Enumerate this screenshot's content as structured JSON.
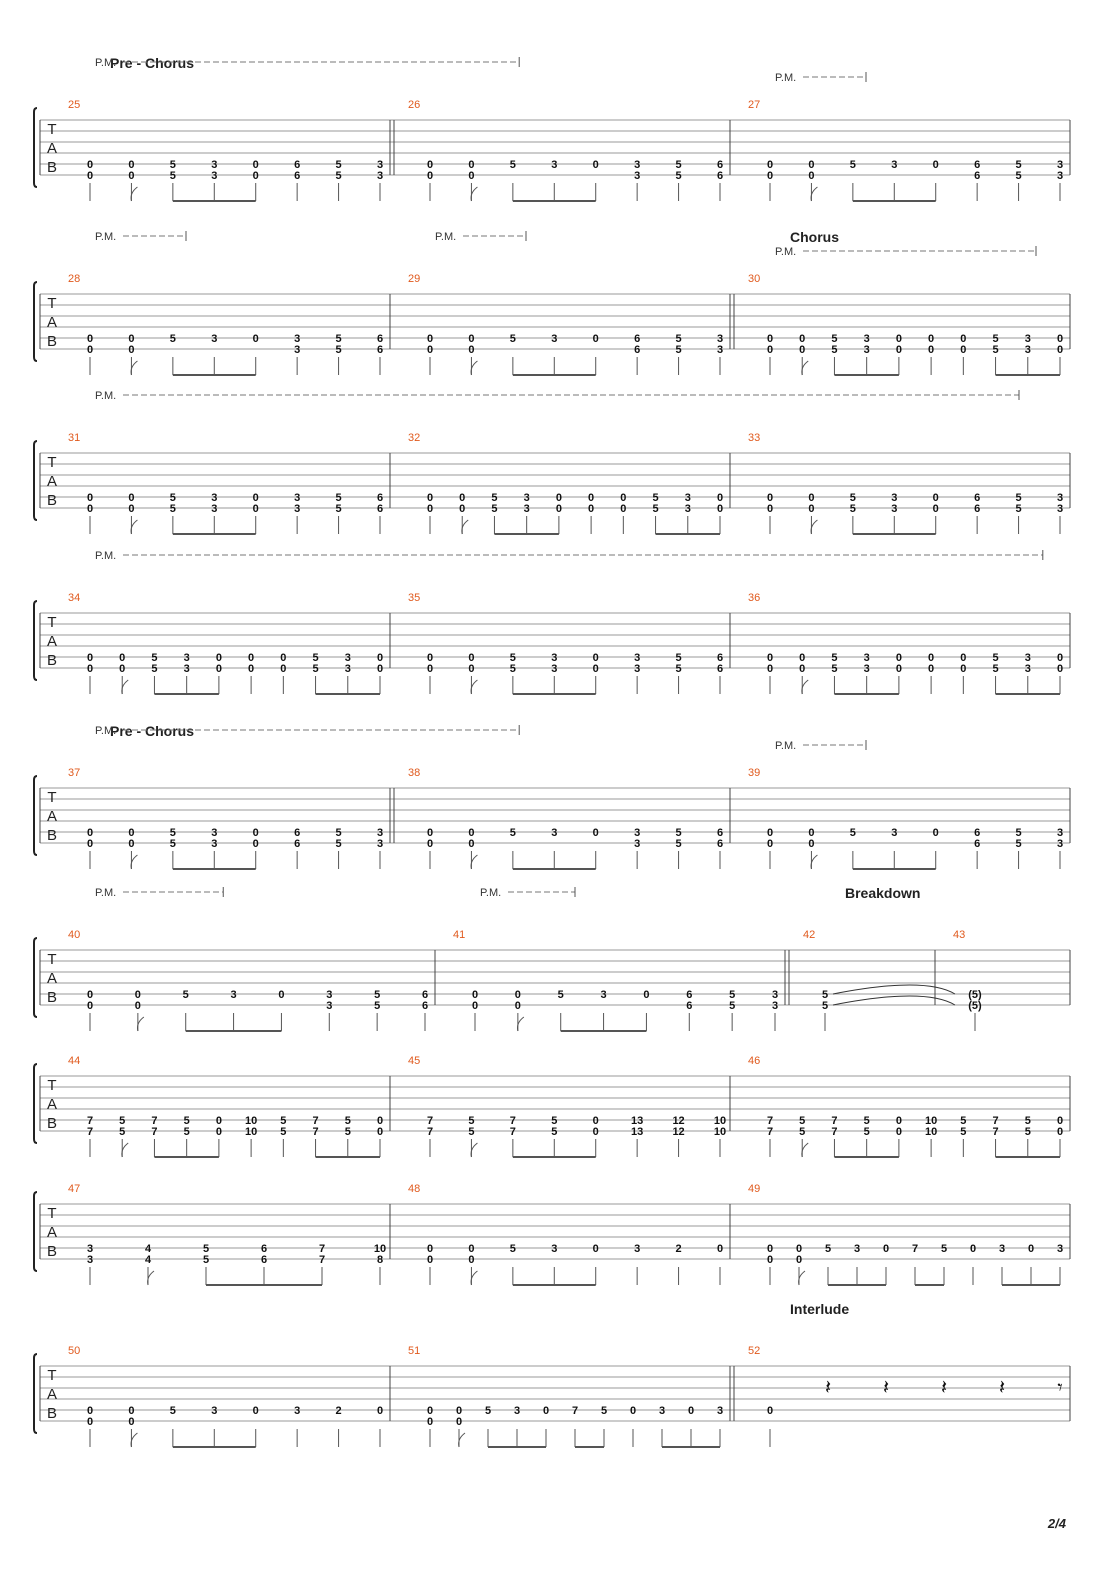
{
  "page": {
    "number": "2/4"
  },
  "tab_label": [
    "T",
    "A",
    "B"
  ],
  "style": {
    "measure_number_color": "#e05a1e",
    "line_color": "#9a9a9a",
    "note_color": "#111111"
  },
  "systems": [
    {
      "sections": [
        {
          "text": "Pre - Chorus",
          "measure": 25
        }
      ],
      "pm": [
        {
          "text": "P.M.",
          "from_measure": 25,
          "to_measure": 26,
          "end_frac": 0.38,
          "level": 0
        },
        {
          "text": "P.M.",
          "from_measure": 27,
          "to_measure": 27,
          "end_frac": 0.4,
          "level": 1
        }
      ],
      "measures": [
        {
          "number": "25",
          "double_bar_end": true,
          "notes": [
            [
              "0",
              "0"
            ],
            [
              "0",
              "0"
            ],
            [
              "5",
              "5"
            ],
            [
              "3",
              "3"
            ],
            [
              "0",
              "0"
            ],
            [
              "6",
              "6"
            ],
            [
              "5",
              "5"
            ],
            [
              "3",
              "3"
            ]
          ]
        },
        {
          "number": "26",
          "notes": [
            [
              "0",
              "0"
            ],
            [
              "0",
              "0"
            ],
            [
              "5",
              ""
            ],
            [
              "3",
              ""
            ],
            [
              "0",
              ""
            ],
            [
              "3",
              "3"
            ],
            [
              "5",
              "5"
            ],
            [
              "6",
              "6"
            ]
          ]
        },
        {
          "number": "27",
          "notes": [
            [
              "0",
              "0"
            ],
            [
              "0",
              "0"
            ],
            [
              "5",
              ""
            ],
            [
              "3",
              ""
            ],
            [
              "0",
              ""
            ],
            [
              "6",
              "6"
            ],
            [
              "5",
              "5"
            ],
            [
              "3",
              "3"
            ]
          ]
        }
      ]
    },
    {
      "sections": [
        {
          "text": "Chorus",
          "measure": 30
        }
      ],
      "pm": [
        {
          "text": "P.M.",
          "from_measure": 28,
          "to_measure": 28,
          "end_frac": 0.4,
          "level": 0
        },
        {
          "text": "P.M.",
          "from_measure": 29,
          "to_measure": 29,
          "end_frac": 0.4,
          "level": 0
        },
        {
          "text": "P.M.",
          "from_measure": 30,
          "to_measure": 30,
          "end_frac": 0.9,
          "level": 1
        }
      ],
      "measures": [
        {
          "number": "28",
          "notes": [
            [
              "0",
              "0"
            ],
            [
              "0",
              "0"
            ],
            [
              "5",
              ""
            ],
            [
              "3",
              ""
            ],
            [
              "0",
              ""
            ],
            [
              "3",
              "3"
            ],
            [
              "5",
              "5"
            ],
            [
              "6",
              "6"
            ]
          ]
        },
        {
          "number": "29",
          "double_bar_end": true,
          "notes": [
            [
              "0",
              "0"
            ],
            [
              "0",
              "0"
            ],
            [
              "5",
              ""
            ],
            [
              "3",
              ""
            ],
            [
              "0",
              ""
            ],
            [
              "6",
              "6"
            ],
            [
              "5",
              "5"
            ],
            [
              "3",
              "3"
            ]
          ]
        },
        {
          "number": "30",
          "notes": [
            [
              "0",
              "0"
            ],
            [
              "0",
              "0"
            ],
            [
              "5",
              "5"
            ],
            [
              "3",
              "3"
            ],
            [
              "0",
              "0"
            ],
            [
              "0",
              "0"
            ],
            [
              "0",
              "0"
            ],
            [
              "5",
              "5"
            ],
            [
              "3",
              "3"
            ],
            [
              "0",
              "0"
            ]
          ]
        }
      ]
    },
    {
      "sections": [],
      "pm": [
        {
          "text": "P.M.",
          "from_measure": 31,
          "to_measure": 33,
          "end_frac": 0.85,
          "level": 0
        }
      ],
      "measures": [
        {
          "number": "31",
          "notes": [
            [
              "0",
              "0"
            ],
            [
              "0",
              "0"
            ],
            [
              "5",
              "5"
            ],
            [
              "3",
              "3"
            ],
            [
              "0",
              "0"
            ],
            [
              "3",
              "3"
            ],
            [
              "5",
              "5"
            ],
            [
              "6",
              "6"
            ]
          ]
        },
        {
          "number": "32",
          "notes": [
            [
              "0",
              "0"
            ],
            [
              "0",
              "0"
            ],
            [
              "5",
              "5"
            ],
            [
              "3",
              "3"
            ],
            [
              "0",
              "0"
            ],
            [
              "0",
              "0"
            ],
            [
              "0",
              "0"
            ],
            [
              "5",
              "5"
            ],
            [
              "3",
              "3"
            ],
            [
              "0",
              "0"
            ]
          ]
        },
        {
          "number": "33",
          "notes": [
            [
              "0",
              "0"
            ],
            [
              "0",
              "0"
            ],
            [
              "5",
              "5"
            ],
            [
              "3",
              "3"
            ],
            [
              "0",
              "0"
            ],
            [
              "6",
              "6"
            ],
            [
              "5",
              "5"
            ],
            [
              "3",
              "3"
            ]
          ]
        }
      ]
    },
    {
      "sections": [],
      "pm": [
        {
          "text": "P.M.",
          "from_measure": 34,
          "to_measure": 36,
          "end_frac": 0.92,
          "level": 0
        }
      ],
      "measures": [
        {
          "number": "34",
          "notes": [
            [
              "0",
              "0"
            ],
            [
              "0",
              "0"
            ],
            [
              "5",
              "5"
            ],
            [
              "3",
              "3"
            ],
            [
              "0",
              "0"
            ],
            [
              "0",
              "0"
            ],
            [
              "0",
              "0"
            ],
            [
              "5",
              "5"
            ],
            [
              "3",
              "3"
            ],
            [
              "0",
              "0"
            ]
          ]
        },
        {
          "number": "35",
          "notes": [
            [
              "0",
              "0"
            ],
            [
              "0",
              "0"
            ],
            [
              "5",
              "5"
            ],
            [
              "3",
              "3"
            ],
            [
              "0",
              "0"
            ],
            [
              "3",
              "3"
            ],
            [
              "5",
              "5"
            ],
            [
              "6",
              "6"
            ]
          ]
        },
        {
          "number": "36",
          "notes": [
            [
              "0",
              "0"
            ],
            [
              "0",
              "0"
            ],
            [
              "5",
              "5"
            ],
            [
              "3",
              "3"
            ],
            [
              "0",
              "0"
            ],
            [
              "0",
              "0"
            ],
            [
              "0",
              "0"
            ],
            [
              "5",
              "5"
            ],
            [
              "3",
              "3"
            ],
            [
              "0",
              "0"
            ]
          ]
        }
      ]
    },
    {
      "sections": [
        {
          "text": "Pre - Chorus",
          "measure": 37
        }
      ],
      "pm": [
        {
          "text": "P.M.",
          "from_measure": 37,
          "to_measure": 38,
          "end_frac": 0.38,
          "level": 0
        },
        {
          "text": "P.M.",
          "from_measure": 39,
          "to_measure": 39,
          "end_frac": 0.4,
          "level": 1
        }
      ],
      "measures": [
        {
          "number": "37",
          "double_bar_end": true,
          "notes": [
            [
              "0",
              "0"
            ],
            [
              "0",
              "0"
            ],
            [
              "5",
              "5"
            ],
            [
              "3",
              "3"
            ],
            [
              "0",
              "0"
            ],
            [
              "6",
              "6"
            ],
            [
              "5",
              "5"
            ],
            [
              "3",
              "3"
            ]
          ]
        },
        {
          "number": "38",
          "notes": [
            [
              "0",
              "0"
            ],
            [
              "0",
              "0"
            ],
            [
              "5",
              ""
            ],
            [
              "3",
              ""
            ],
            [
              "0",
              ""
            ],
            [
              "3",
              "3"
            ],
            [
              "5",
              "5"
            ],
            [
              "6",
              "6"
            ]
          ]
        },
        {
          "number": "39",
          "notes": [
            [
              "0",
              "0"
            ],
            [
              "0",
              "0"
            ],
            [
              "5",
              ""
            ],
            [
              "3",
              ""
            ],
            [
              "0",
              ""
            ],
            [
              "6",
              "6"
            ],
            [
              "5",
              "5"
            ],
            [
              "3",
              "3"
            ]
          ]
        }
      ]
    },
    {
      "sections": [
        {
          "text": "Breakdown",
          "measure": 42
        }
      ],
      "pm": [
        {
          "text": "P.M.",
          "from_measure": 40,
          "to_measure": 40,
          "end_frac": 0.45,
          "level": 0
        },
        {
          "text": "P.M.",
          "from_measure": 41,
          "to_measure": 41,
          "end_frac": 0.4,
          "level": 0
        }
      ],
      "measures": [
        {
          "number": "40",
          "notes": [
            [
              "0",
              "0"
            ],
            [
              "0",
              "0"
            ],
            [
              "5",
              ""
            ],
            [
              "3",
              ""
            ],
            [
              "0",
              ""
            ],
            [
              "3",
              "3"
            ],
            [
              "5",
              "5"
            ],
            [
              "6",
              "6"
            ]
          ]
        },
        {
          "number": "41",
          "double_bar_end": true,
          "notes": [
            [
              "0",
              "0"
            ],
            [
              "0",
              "0"
            ],
            [
              "5",
              ""
            ],
            [
              "3",
              ""
            ],
            [
              "0",
              ""
            ],
            [
              "6",
              "6"
            ],
            [
              "5",
              "5"
            ],
            [
              "3",
              "3"
            ]
          ]
        },
        {
          "number": "42",
          "tie": true,
          "notes": [
            [
              "5",
              "5"
            ]
          ]
        },
        {
          "number": "43",
          "notes": [
            [
              "(5)",
              "(5)"
            ]
          ]
        }
      ]
    },
    {
      "sections": [],
      "pm": [],
      "measures": [
        {
          "number": "44",
          "notes": [
            [
              "7",
              "7"
            ],
            [
              "5",
              "5"
            ],
            [
              "7",
              "7"
            ],
            [
              "5",
              "5"
            ],
            [
              "0",
              "0"
            ],
            [
              "10",
              "10"
            ],
            [
              "5",
              "5"
            ],
            [
              "7",
              "7"
            ],
            [
              "5",
              "5"
            ],
            [
              "0",
              "0"
            ]
          ]
        },
        {
          "number": "45",
          "notes": [
            [
              "7",
              "7"
            ],
            [
              "5",
              "5"
            ],
            [
              "7",
              "7"
            ],
            [
              "5",
              "5"
            ],
            [
              "0",
              "0"
            ],
            [
              "13",
              "13"
            ],
            [
              "12",
              "12"
            ],
            [
              "10",
              "10"
            ]
          ]
        },
        {
          "number": "46",
          "notes": [
            [
              "7",
              "7"
            ],
            [
              "5",
              "5"
            ],
            [
              "7",
              "7"
            ],
            [
              "5",
              "5"
            ],
            [
              "0",
              "0"
            ],
            [
              "10",
              "10"
            ],
            [
              "5",
              "5"
            ],
            [
              "7",
              "7"
            ],
            [
              "5",
              "5"
            ],
            [
              "0",
              "0"
            ]
          ]
        }
      ]
    },
    {
      "sections": [],
      "pm": [],
      "measures": [
        {
          "number": "47",
          "notes": [
            [
              "3",
              "3"
            ],
            [
              "4",
              "4"
            ],
            [
              "5",
              "5"
            ],
            [
              "6",
              "6"
            ],
            [
              "7",
              "7"
            ],
            [
              "10",
              "8"
            ]
          ]
        },
        {
          "number": "48",
          "notes": [
            [
              "0",
              "0"
            ],
            [
              "0",
              "0"
            ],
            [
              "5",
              ""
            ],
            [
              "3",
              ""
            ],
            [
              "0",
              ""
            ],
            [
              "3",
              ""
            ],
            [
              "2",
              ""
            ],
            [
              "0",
              ""
            ]
          ]
        },
        {
          "number": "49",
          "notes": [
            [
              "0",
              "0"
            ],
            [
              "0",
              "0"
            ],
            [
              "5",
              ""
            ],
            [
              "3",
              ""
            ],
            [
              "0",
              ""
            ],
            [
              "7",
              ""
            ],
            [
              "5",
              ""
            ],
            [
              "0",
              ""
            ],
            [
              "3",
              ""
            ],
            [
              "0",
              ""
            ],
            [
              "3",
              ""
            ]
          ]
        }
      ]
    },
    {
      "sections": [
        {
          "text": "Interlude",
          "measure": 52
        }
      ],
      "pm": [],
      "measures": [
        {
          "number": "50",
          "notes": [
            [
              "0",
              "0"
            ],
            [
              "0",
              "0"
            ],
            [
              "5",
              ""
            ],
            [
              "3",
              ""
            ],
            [
              "0",
              ""
            ],
            [
              "3",
              ""
            ],
            [
              "2",
              ""
            ],
            [
              "0",
              ""
            ]
          ]
        },
        {
          "number": "51",
          "double_bar_end": true,
          "notes": [
            [
              "0",
              "0"
            ],
            [
              "0",
              "0"
            ],
            [
              "5",
              ""
            ],
            [
              "3",
              ""
            ],
            [
              "0",
              ""
            ],
            [
              "7",
              ""
            ],
            [
              "5",
              ""
            ],
            [
              "0",
              ""
            ],
            [
              "3",
              ""
            ],
            [
              "0",
              ""
            ],
            [
              "3",
              ""
            ]
          ]
        },
        {
          "number": "52",
          "rests": 5,
          "notes": [
            [
              "0",
              ""
            ]
          ]
        }
      ]
    }
  ]
}
